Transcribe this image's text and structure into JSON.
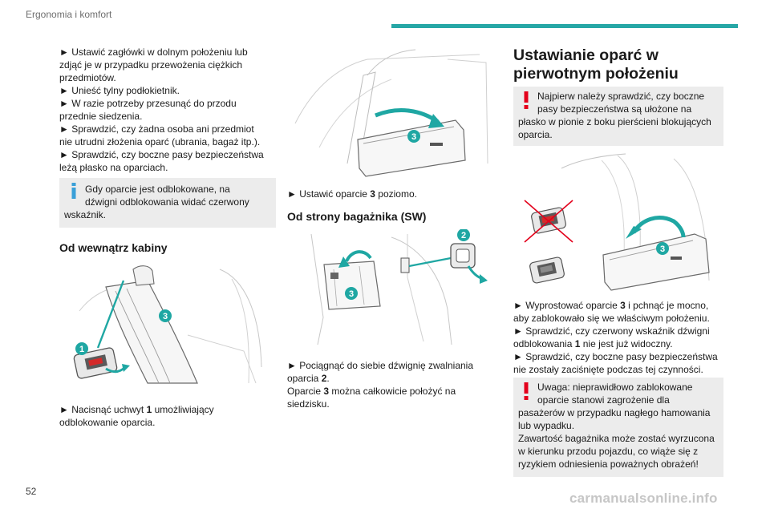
{
  "header": {
    "section_title": "Ergonomia i komfort"
  },
  "page": {
    "number": "52"
  },
  "watermark": "carmanualsonline.info",
  "col1": {
    "steps": [
      "► Ustawić zagłówki w dolnym położeniu lub",
      "zdjąć je w przypadku przewożenia ciężkich",
      "przedmiotów.",
      "► Unieść tylny podłokietnik.",
      "► W razie potrzeby przesunąć do przodu",
      "przednie siedzenia.",
      "► Sprawdzić, czy żadna osoba ani przedmiot",
      "nie utrudni złożenia oparć (ubrania, bagaż itp.).",
      "► Sprawdzić, czy boczne pasy bezpieczeństwa",
      "leżą płasko na oparciach."
    ],
    "info_note": [
      "Gdy oparcie jest odblokowane, na",
      "dźwigni odblokowania widać czerwony",
      "wskaźnik."
    ],
    "heading": "Od wewnątrz kabiny",
    "figure_labels": [
      "1",
      "3"
    ],
    "caption_prefix": "► Nacisnąć uchwyt ",
    "caption_bold": "1",
    "caption_suffix": " umożliwiający",
    "caption_line2": "odblokowanie oparcia."
  },
  "col2": {
    "figure_top_label": "3",
    "caption_prefix": "► Ustawić oparcie ",
    "caption_bold": "3",
    "caption_suffix": " poziomo.",
    "heading": "Od strony bagażnika (SW)",
    "figure_labels": [
      "2",
      "3"
    ],
    "text_line1": "► Pociągnąć do siebie dźwignię zwalniania",
    "text_line2_prefix": "oparcia ",
    "text_line2_bold": "2",
    "text_line2_suffix": ".",
    "text_line3_prefix": "Oparcie ",
    "text_line3_bold": "3",
    "text_line3_suffix": " można całkowicie położyć na",
    "text_line4": "siedzisku."
  },
  "col3": {
    "heading_line1": "Ustawianie oparć w",
    "heading_line2": "pierwotnym położeniu",
    "warning1": [
      "Najpierw należy sprawdzić, czy boczne",
      "pasy bezpieczeństwa są ułożone na",
      "płasko w pionie z boku pierścieni blokujących",
      "oparcia."
    ],
    "figure_label": "3",
    "step1_prefix": "► Wyprostować oparcie ",
    "step1_bold": "3",
    "step1_suffix": " i pchnąć je mocno,",
    "step1_line2": "aby zablokowało się we właściwym położeniu.",
    "step2_line1": "► Sprawdzić, czy czerwony wskaźnik dźwigni",
    "step2_prefix": "odblokowania ",
    "step2_bold": "1",
    "step2_suffix": " nie jest już widoczny.",
    "step3_line1": "► Sprawdzić, czy boczne pasy bezpieczeństwa",
    "step3_line2": "nie zostały zaciśnięte podczas tej czynności.",
    "warning2": [
      "Uwaga: nieprawidłowo zablokowane",
      "oparcie stanowi zagrożenie dla",
      "pasażerów w przypadku nagłego hamowania",
      "lub wypadku.",
      "Zawartość bagażnika może zostać wyrzucona",
      "w kierunku przodu pojazdu, co wiąże się z",
      "ryzykiem odniesienia poważnych obrażeń!"
    ]
  },
  "colors": {
    "accent": "#26a7a6",
    "warning": "#e3001b",
    "info": "#3aa0d8",
    "note_bg": "#ececec"
  },
  "icons": [
    "info-icon",
    "warning-icon"
  ]
}
